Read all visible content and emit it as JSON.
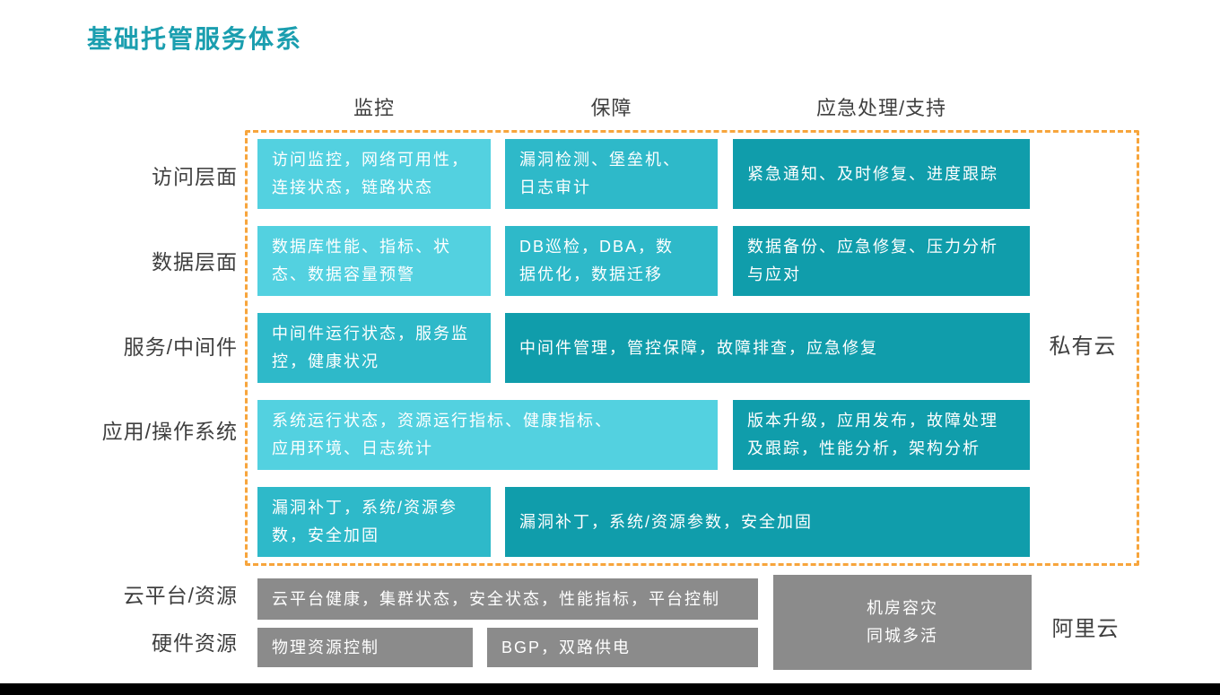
{
  "title": "基础托管服务体系",
  "colors": {
    "title_color": "#1A9EAF",
    "teal_light": "#53D1E0",
    "teal_medium": "#2EB9C9",
    "teal_dark": "#109DAB",
    "gray_box": "#8B8B8B",
    "dashed_border": "#F7A53C",
    "label_text": "#3F3F3F"
  },
  "column_headers": [
    "监控",
    "保障",
    "应急处理/支持"
  ],
  "row_labels": [
    "访问层面",
    "数据层面",
    "服务/中间件",
    "应用/操作系统",
    "云平台/资源",
    "硬件资源"
  ],
  "zone_labels": {
    "private_cloud": "私有云",
    "alibaba_cloud": "阿里云"
  },
  "cells": {
    "access_monitoring": "访问监控，网络可用性，\n连接状态，链路状态",
    "access_assurance": "漏洞检测、堡垒机、\n日志审计",
    "access_emergency": "紧急通知、及时修复、进度跟踪",
    "data_monitoring": "数据库性能、指标、状\n态、数据容量预警",
    "data_assurance": "DB巡检，DBA，数\n据优化，数据迁移",
    "data_emergency": "数据备份、应急修复、压力分析\n与应对",
    "middleware_monitoring": "中间件运行状态，服务监\n控，健康状况",
    "middleware_assurance_emergency": "中间件管理，管控保障，故障排查，应急修复",
    "app_monitoring": "系统运行状态，资源运行指标、健康指标、\n应用环境、日志统计",
    "app_emergency": "版本升级，应用发布，故障处理\n及跟踪，性能分析，架构分析",
    "security_monitoring": "漏洞补丁，系统/资源参\n数，安全加固",
    "security_assurance_emergency": "漏洞补丁，系统/资源参数，安全加固",
    "cloud_platform": "云平台健康，集群状态，安全状态，性能指标，平台控制",
    "hardware_physical": "物理资源控制",
    "hardware_power": "BGP，双路供电",
    "disaster_recovery": "机房容灾\n同城多活"
  }
}
